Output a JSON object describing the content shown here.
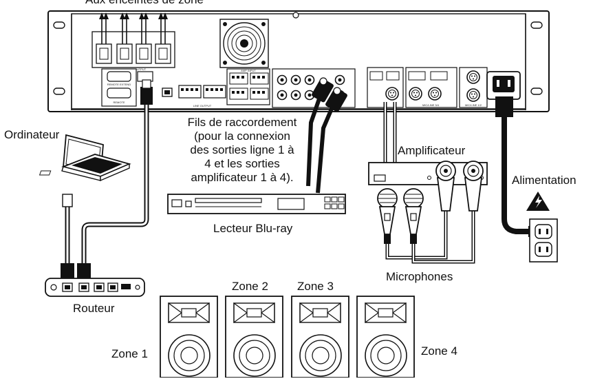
{
  "labels": {
    "speaker_outputs": "Aux enceintes de zone",
    "computer": "Ordinateur",
    "patch_cables": [
      "Fils de raccordement",
      "(pour la connexion",
      "des sorties ligne 1 à",
      "4 et les sorties",
      "amplificateur 1 à 4)."
    ],
    "amplifier": "Amplificateur",
    "power": "Alimentation",
    "bluray": "Lecteur Blu-ray",
    "microphones": "Microphones",
    "router": "Routeur",
    "zone1": "Zone 1",
    "zone2": "Zone 2",
    "zone3": "Zone 3",
    "zone4": "Zone 4"
  },
  "panel_labels": {
    "speaker_output": "SPEAKER OUTPUT",
    "remote_extend": "REMOTE EXTEND",
    "remote": "REMOTE",
    "line_output": "LINE OUTPUT",
    "amp_input": "AMP INPUT",
    "mic_line_3_4": "MIC/LINE 3/4",
    "mic_line_1_2": "MIC/LINE 1/2"
  },
  "colors": {
    "line": "#111111",
    "panel_fill": "#f4f4f4",
    "cable_fill": "#1a1a1a"
  }
}
